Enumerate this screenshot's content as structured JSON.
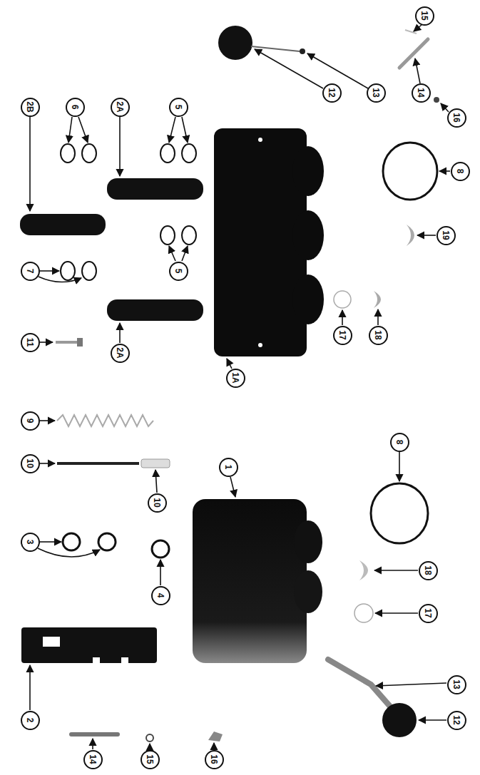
{
  "diagram": {
    "nodes": [
      {
        "text": [
          "15"
        ]
      },
      {
        "text": [
          "12"
        ]
      },
      {
        "text": [
          "13"
        ]
      },
      {
        "text": [
          "14"
        ]
      },
      {
        "text": [
          "16"
        ]
      },
      {
        "text": [
          "2B"
        ]
      },
      {
        "text": [
          "6"
        ]
      },
      {
        "text": [
          "2A"
        ]
      },
      {
        "text": [
          "5"
        ]
      },
      {
        "text": [
          "8"
        ]
      },
      {
        "text": [
          "19"
        ]
      },
      {
        "text": [
          "7"
        ]
      },
      {
        "text": [
          "5"
        ]
      },
      {
        "text": [
          "17"
        ]
      },
      {
        "text": [
          "18"
        ]
      },
      {
        "text": [
          "11"
        ]
      },
      {
        "text": [
          "2A"
        ]
      },
      {
        "text": [
          "1A"
        ]
      },
      {
        "text": [
          "9"
        ]
      },
      {
        "text": [
          "8"
        ]
      },
      {
        "text": [
          "10"
        ]
      },
      {
        "text": [
          "1"
        ]
      },
      {
        "text": [
          "10"
        ]
      },
      {
        "text": [
          "3"
        ]
      },
      {
        "text": [
          "18"
        ]
      },
      {
        "text": [
          "4"
        ]
      },
      {
        "text": [
          "17"
        ]
      },
      {
        "text": [
          "13"
        ]
      },
      {
        "text": [
          "2"
        ]
      },
      {
        "text": [
          "12"
        ]
      },
      {
        "text": [
          "14"
        ]
      },
      {
        "text": [
          "15"
        ]
      },
      {
        "text": [
          "16"
        ]
      }
    ]
  }
}
